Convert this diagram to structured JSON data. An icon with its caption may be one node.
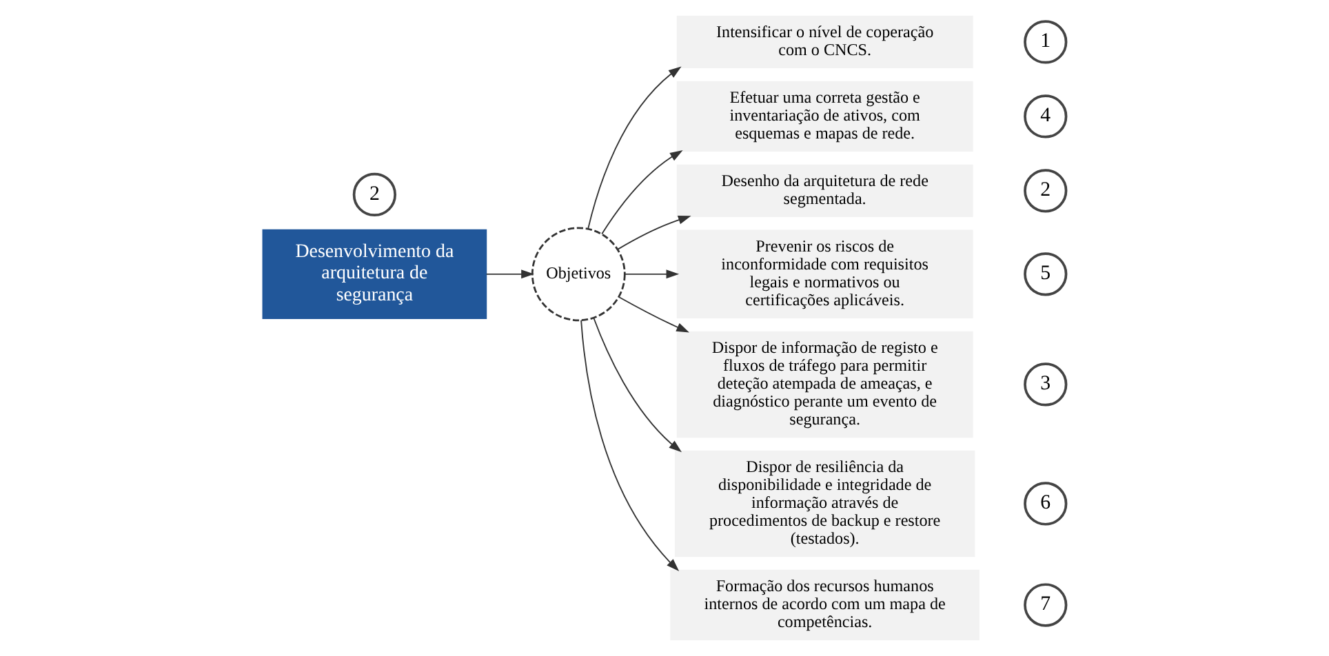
{
  "diagram": {
    "nodes": [
      {
        "text": [
          "2"
        ]
      },
      {
        "text": [
          "Desenvolvimento da arquitetura de segurança"
        ]
      },
      {
        "text": [
          "1"
        ]
      },
      {
        "text": [
          "Intensificar o nível de coperação com o CNCS."
        ]
      },
      {
        "text": [
          "4"
        ]
      },
      {
        "text": [
          "Efetuar uma correta gestão e inventariação de ativos, com esquemas e mapas de rede."
        ]
      },
      {
        "text": [
          "2"
        ]
      },
      {
        "text": [
          "Desenho da arquitetura de rede segmentada."
        ]
      },
      {
        "text": [
          "5"
        ]
      },
      {
        "text": [
          "Prevenir os riscos de inconformidade com requisitos legais e normativos ou certificações aplicáveis."
        ]
      },
      {
        "text": [
          "Objetivos"
        ]
      },
      {
        "text": [
          "3"
        ]
      },
      {
        "text": [
          "Dispor de informação de registo e fluxos de tráfego para permitir deteção atempada de ameaças, e diagnóstico perante um evento de segurança."
        ]
      },
      {
        "text": [
          "6"
        ]
      },
      {
        "text": [
          "Dispor de resiliência da disponibilidade e integridade de informação através de procedimentos de backup e restore (testados)."
        ]
      },
      {
        "text": [
          "7"
        ]
      },
      {
        "text": [
          "Formação dos recursos humanos internos de acordo com um mapa de competências."
        ]
      }
    ],
    "edges": [
      {
        "from": 1,
        "to": 10,
        "arrow": "to"
      },
      {
        "from": 10,
        "to": 3,
        "arrow": "to"
      },
      {
        "from": 10,
        "to": 7,
        "arrow": "to"
      },
      {
        "from": 10,
        "to": 12,
        "arrow": "to"
      },
      {
        "from": 10,
        "to": 5,
        "arrow": "to"
      },
      {
        "from": 10,
        "to": 9,
        "arrow": "to"
      },
      {
        "from": 10,
        "to": 14,
        "arrow": "to"
      },
      {
        "from": 10,
        "to": 16,
        "arrow": "to"
      }
    ]
  }
}
